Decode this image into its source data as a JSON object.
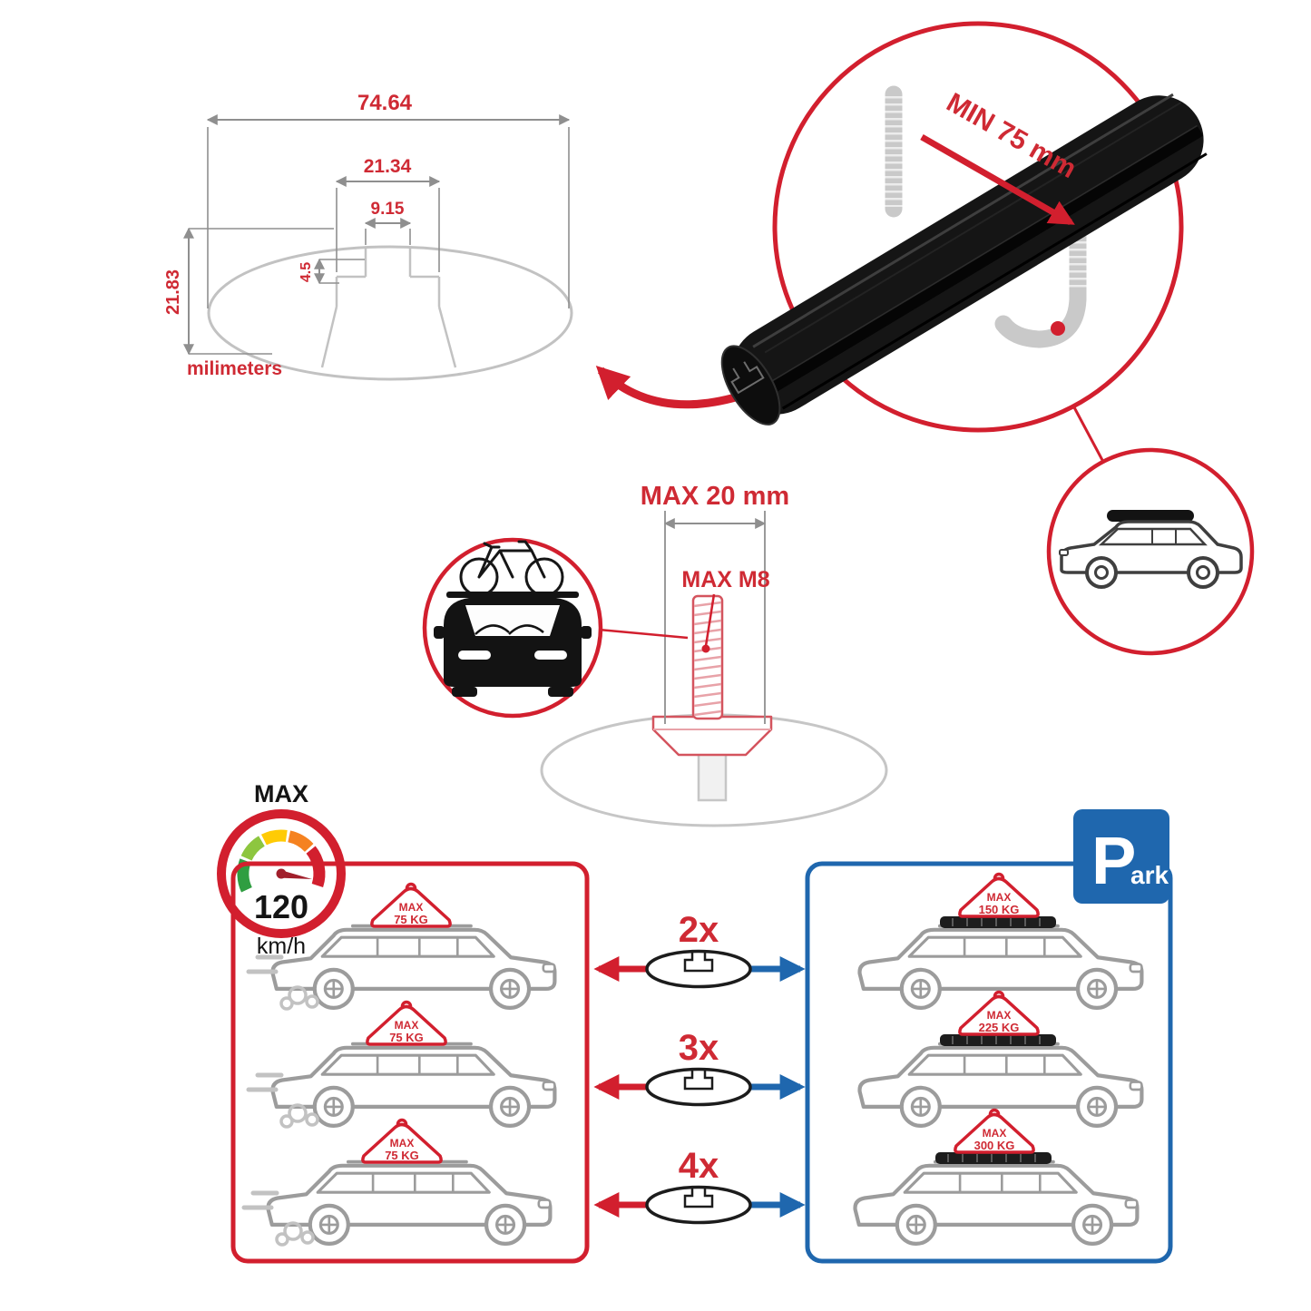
{
  "colors": {
    "accent_red": "#d21f2e",
    "accent_blue": "#1f67ae",
    "diagram_gray": "#c2c2c2"
  },
  "cross_section": {
    "total_width": "74.64",
    "cavity_width": "21.34",
    "slot_width": "9.15",
    "slot_depth": "4.5",
    "height": "21.83",
    "unit_label": "milimeters"
  },
  "bar_detail": {
    "min_spacing_label": "MIN 75 mm"
  },
  "bolt_detail": {
    "max_length_label": "MAX 20 mm",
    "max_thread_label": "MAX M8"
  },
  "speed_limit": {
    "label": "MAX",
    "value": "120",
    "unit": "km/h"
  },
  "park_sign": {
    "letter": "P",
    "suffix": "ark"
  },
  "compat_rows": [
    {
      "count": "2x",
      "left_label": "MAX",
      "left_value": "75 KG",
      "right_label": "MAX",
      "right_value": "150 KG"
    },
    {
      "count": "3x",
      "left_label": "MAX",
      "left_value": "75 KG",
      "right_label": "MAX",
      "right_value": "225 KG"
    },
    {
      "count": "4x",
      "left_label": "MAX",
      "left_value": "75 KG",
      "right_label": "MAX",
      "right_value": "300 KG"
    }
  ]
}
